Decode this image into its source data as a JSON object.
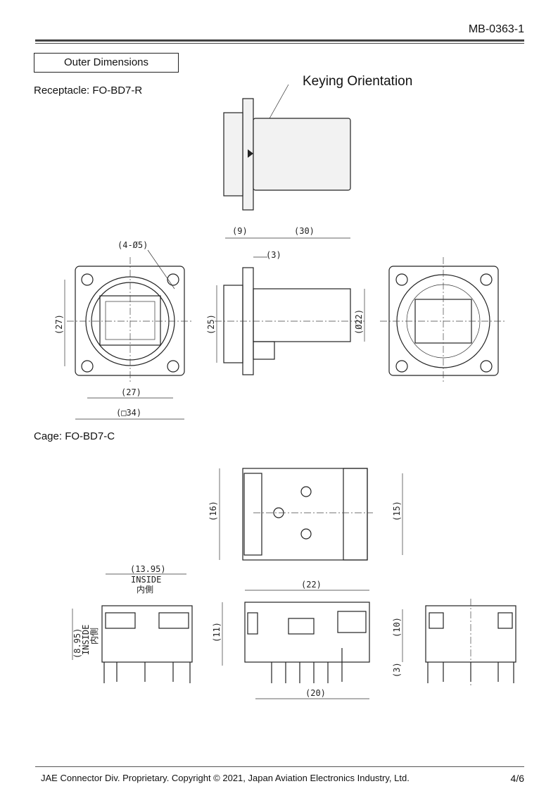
{
  "header": {
    "doc_number": "MB-0363-1"
  },
  "section": {
    "title": "Outer Dimensions"
  },
  "receptacle": {
    "label": "Receptacle: FO-BD7-R",
    "callout": "Keying Orientation",
    "dims": {
      "holes": "(4-Ø5)",
      "width_pitch": "(27)",
      "width_outer": "(□34)",
      "height_pitch": "(27)",
      "flange": "(9)",
      "body": "(30)",
      "flange_thk": "(3)",
      "height_side": "(25)",
      "diameter": "(Ø22)"
    }
  },
  "cage": {
    "label": "Cage: FO-BD7-C",
    "dims": {
      "top_left": "(16)",
      "top_right": "(15)",
      "inside_width": "(13.95)",
      "inside_label": "INSIDE",
      "inside_jp": "内側",
      "inside_height": "(8.95)",
      "length": "(22)",
      "height": "(11)",
      "height_right": "(10)",
      "pin": "(3)",
      "base": "(20)"
    }
  },
  "footer": {
    "copyright": "JAE Connector Div. Proprietary. Copyright ©  2021, Japan Aviation Electronics Industry, Ltd.",
    "page": "4/6"
  }
}
